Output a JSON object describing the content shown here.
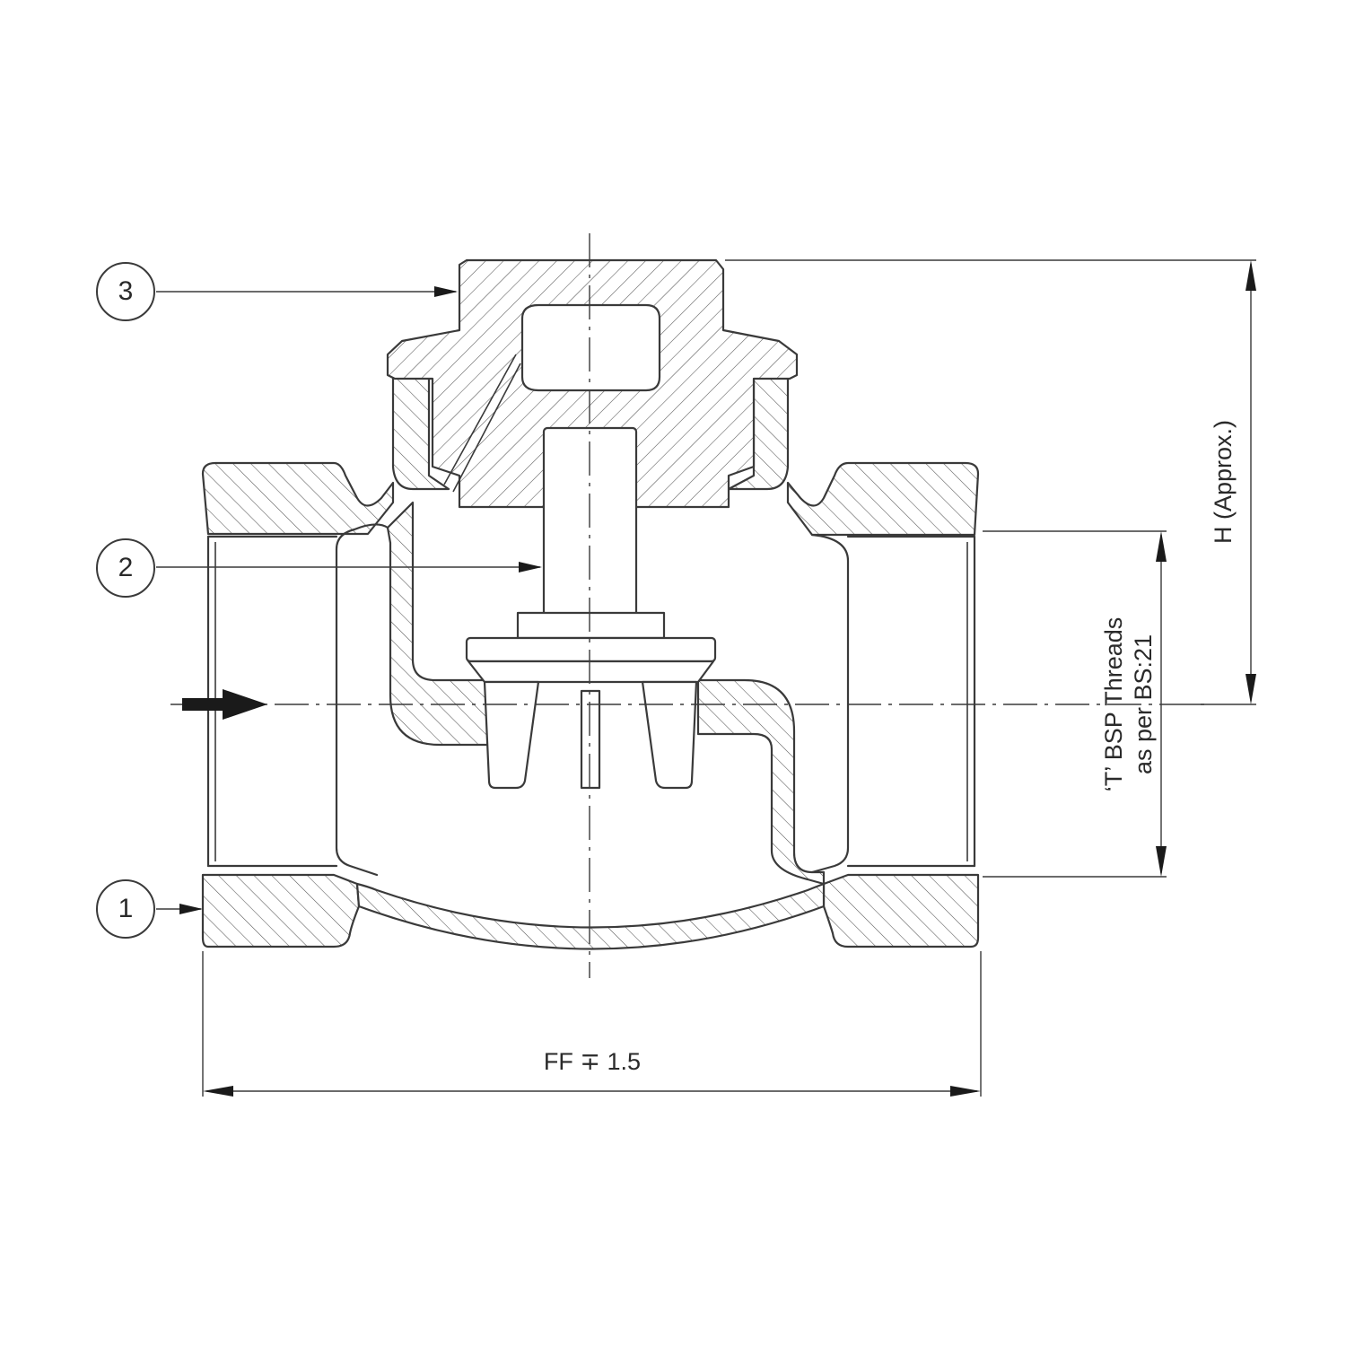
{
  "callouts": [
    {
      "label": "3"
    },
    {
      "label": "2"
    },
    {
      "label": "1"
    }
  ],
  "dimensions": {
    "face_to_face": "FF ∓ 1.5",
    "height": "H (Approx.)",
    "threads_line1": "‘T’ BSP Threads",
    "threads_line2": "as per BS:21"
  },
  "colors": {
    "line": "#3a3a3a",
    "background": "#ffffff"
  }
}
